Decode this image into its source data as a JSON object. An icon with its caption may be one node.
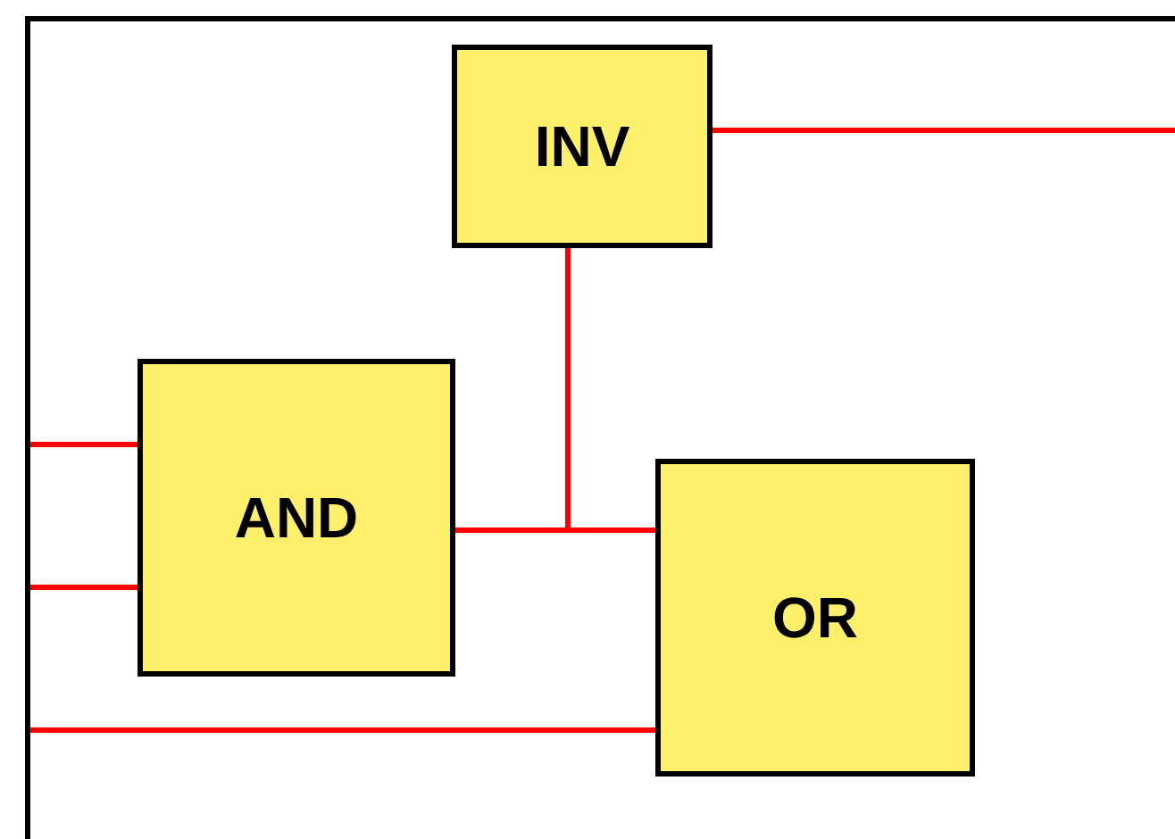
{
  "diagram": {
    "nodes": [
      {
        "text": [],
        "shape": "box"
      },
      {
        "text": [
          "INV"
        ],
        "in": 0
      },
      {
        "text": [
          "AND"
        ],
        "in": 0
      },
      {
        "text": [
          "OR"
        ],
        "in": 0
      }
    ],
    "edges": [
      {
        "from": 0,
        "to": 2,
        "arrow": "none"
      },
      {
        "from": 0,
        "to": 2,
        "arrow": "none"
      },
      {
        "from": 0,
        "to": 3,
        "arrow": "none"
      },
      {
        "from": 2,
        "to": 3,
        "arrow": "none"
      },
      {
        "from": 2,
        "to": 1,
        "arrow": "none"
      },
      {
        "from": 1,
        "to": null,
        "arrow": "none"
      }
    ]
  }
}
